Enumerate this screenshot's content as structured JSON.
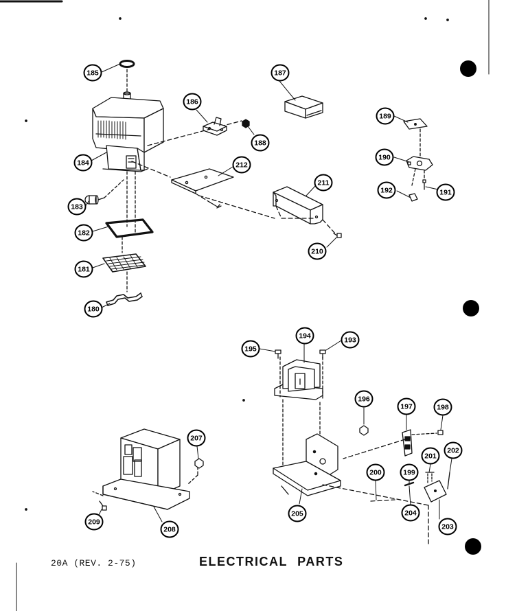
{
  "footer": {
    "revision": "20A (REV. 2-75)",
    "title": "ELECTRICAL PARTS"
  },
  "callouts": [
    "180",
    "181",
    "182",
    "183",
    "184",
    "185",
    "186",
    "187",
    "188",
    "189",
    "190",
    "191",
    "192",
    "193",
    "194",
    "195",
    "196",
    "197",
    "198",
    "199",
    "200",
    "201",
    "202",
    "203",
    "204",
    "205",
    "207",
    "208",
    "209",
    "210",
    "211",
    "212"
  ]
}
